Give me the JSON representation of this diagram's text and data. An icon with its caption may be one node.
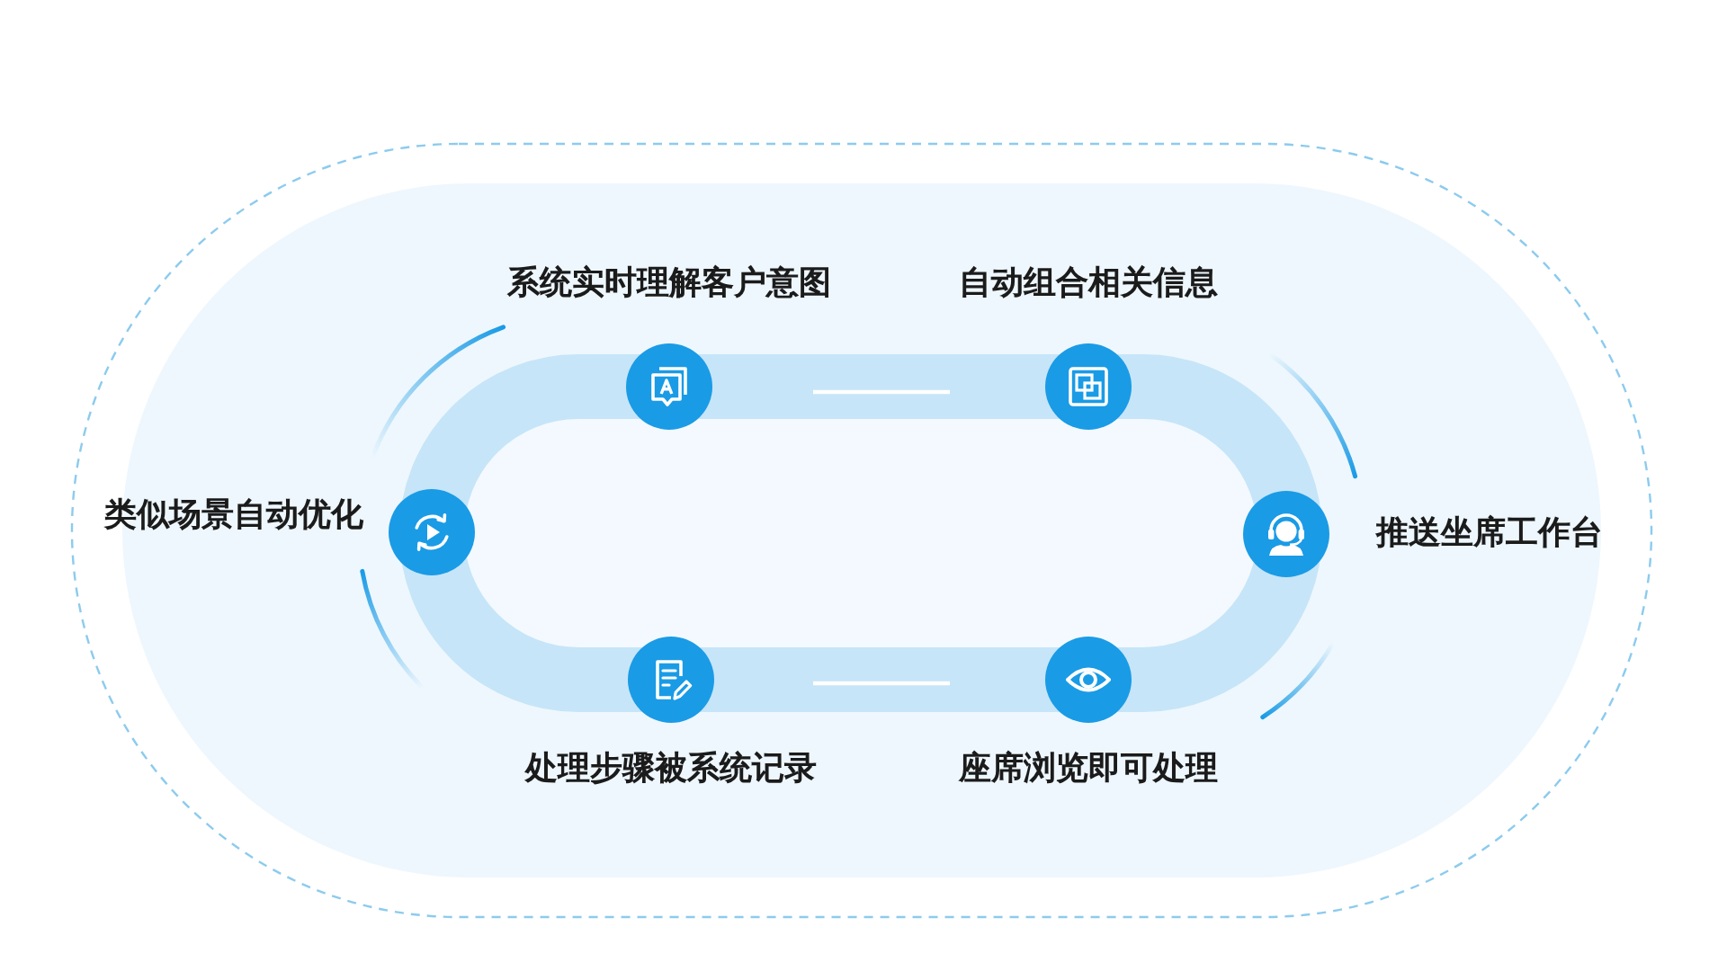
{
  "diagram": {
    "nodes": [
      {
        "text": [
          "系统实时理解客户意图"
        ]
      },
      {
        "text": [
          "自动组合相关信息"
        ]
      },
      {
        "text": [
          "类似场景自动优化"
        ]
      },
      {
        "text": [
          "推送坐席工作台"
        ]
      },
      {
        "text": [
          "处理步骤被系统记录"
        ]
      },
      {
        "text": [
          "座席浏览即可处理"
        ]
      }
    ]
  }
}
